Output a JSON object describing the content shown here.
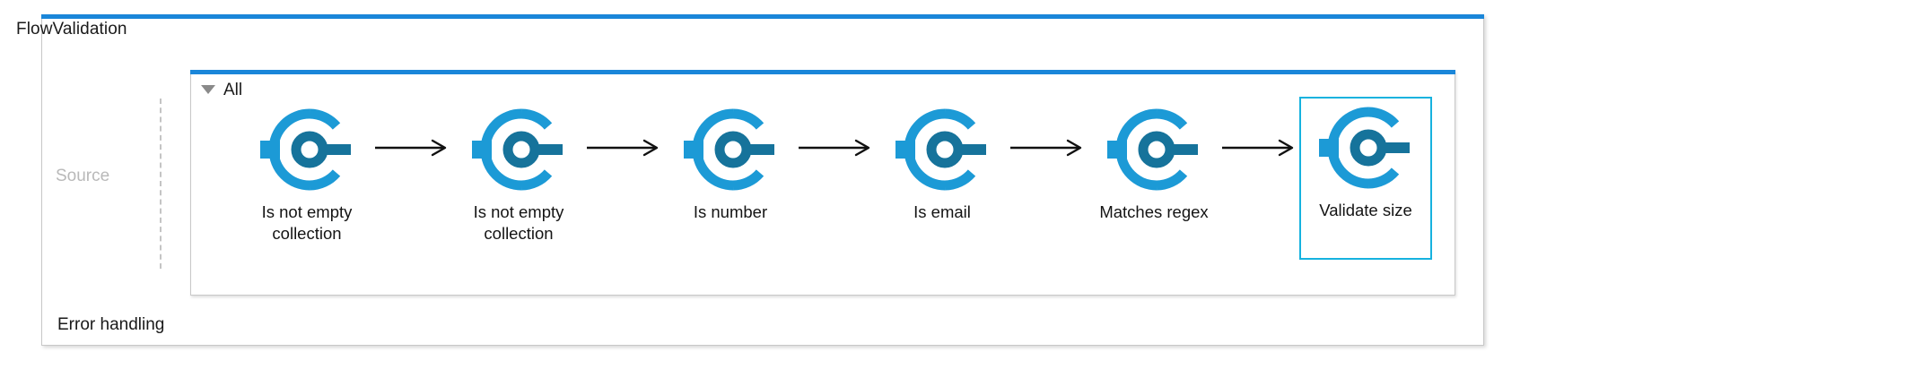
{
  "panel": {
    "title": "FlowValidation",
    "accent_color": "#1a86d9",
    "border_color": "#c8c8c8"
  },
  "source": {
    "label": "Source",
    "label_color": "#b9b9b9"
  },
  "group": {
    "title": "All",
    "caret_icon": "triangle-down-icon",
    "caret_color": "#8a8a8a",
    "expanded": true
  },
  "flow": {
    "icon_name": "validator-node-icon",
    "icon_outer_color": "#1c9ad6",
    "icon_inner_color": "#16739b",
    "connector_icon": "arrow-right-icon",
    "connector_color": "#111111",
    "selection_color": "#16b2df",
    "nodes": [
      {
        "label": "Is not empty\ncollection",
        "selected": false
      },
      {
        "label": "Is not empty\ncollection",
        "selected": false
      },
      {
        "label": "Is number",
        "selected": false
      },
      {
        "label": "Is email",
        "selected": false
      },
      {
        "label": "Matches regex",
        "selected": false
      },
      {
        "label": "Validate size",
        "selected": true
      }
    ]
  },
  "footer": {
    "error_handling_label": "Error handling"
  }
}
